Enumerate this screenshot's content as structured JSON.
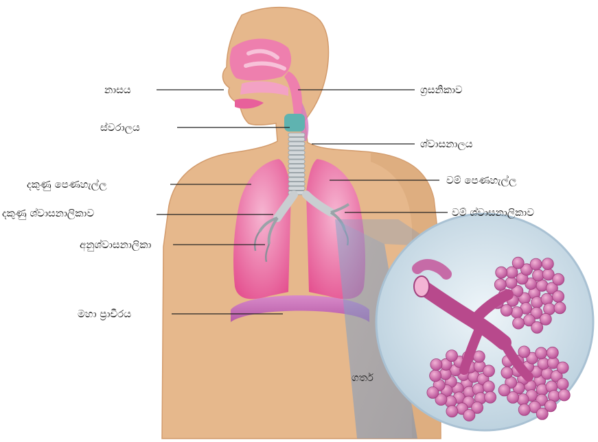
{
  "diagram": {
    "labels": {
      "nasaya": "නාසය",
      "grasanikawa": "ග්‍රසනිකාව",
      "swaralaya": "ස්වරාලය",
      "shwasanalaya": "ශ්වාසනාලය",
      "dakunu_penahalla": "දකුණු පෙණහැල්ල",
      "wam_penahalla": "වම් පෙණහැල්ල",
      "dakunu_shwasanalikawa": "දකුණු ශ්වාසනාලිකාව",
      "wam_shwasanalikawa": "වම් ශ්වාසනාලිකාව",
      "anushwasanalika": "අනුශ්වාසනාලිකා",
      "maha_prachiraya": "මහා ප්‍රාචීරය",
      "garta": "ගර්ත"
    },
    "colors": {
      "skin": "#e6b88c",
      "skin_dark": "#d29a6b",
      "lung": "#e8609b",
      "lung_light": "#f3a2c4",
      "airway": "#f08cb6",
      "trachea": "#c9ced1",
      "larynx": "#5fb3b0",
      "diaphragm": "#c76bb3",
      "alveoli": "#c2569c",
      "magnifier_bg": "#d6e5ee",
      "leader_line": "#222222"
    }
  }
}
